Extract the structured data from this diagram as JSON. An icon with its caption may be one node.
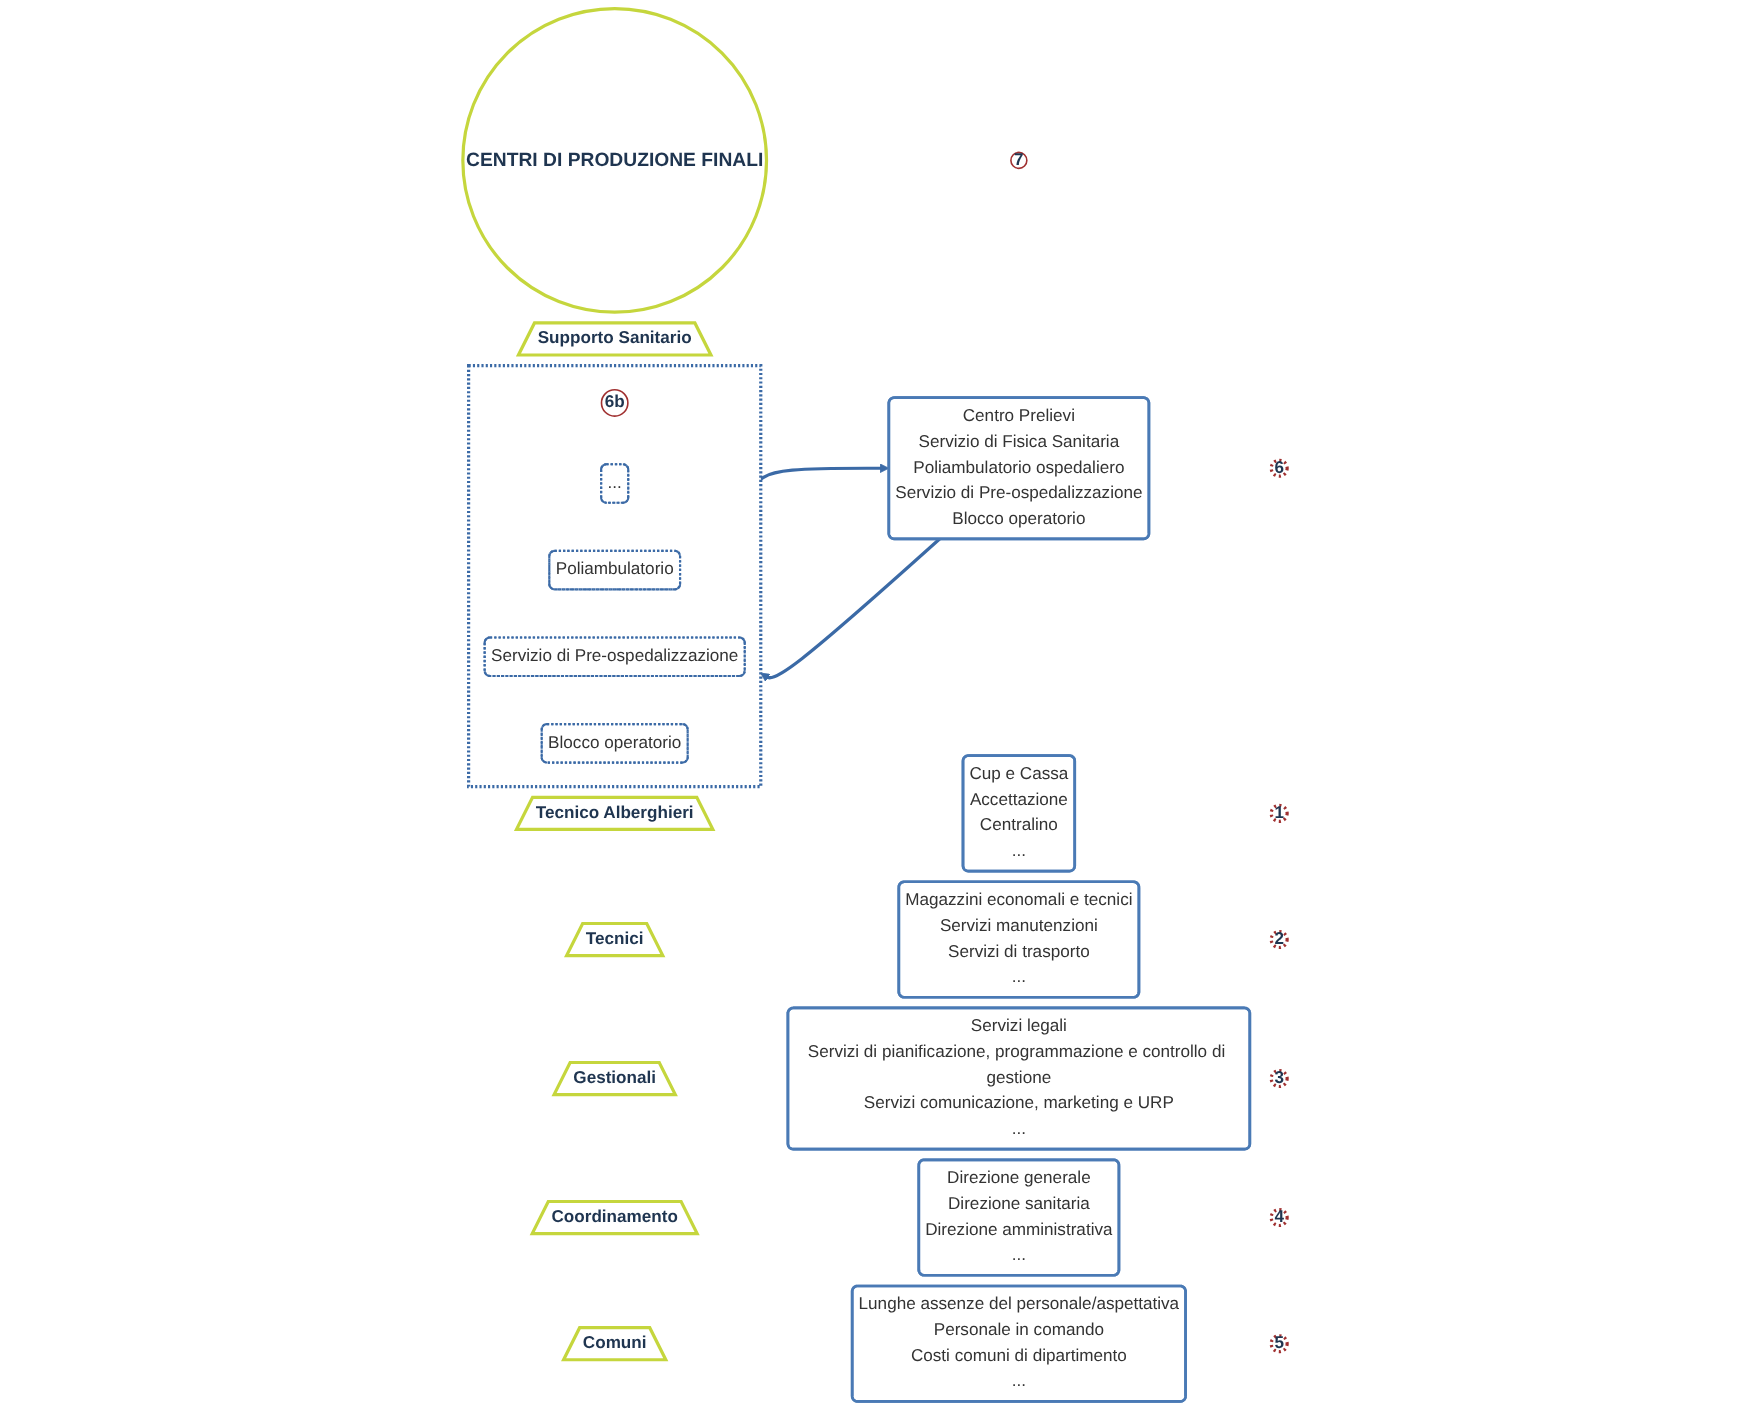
{
  "diagram": {
    "nodes": [
      {
        "text": [
          "Tecnico Alberghieri"
        ]
      },
      {
        "text": [
          "Tecnici"
        ]
      },
      {
        "text": [
          "Gestionali"
        ]
      },
      {
        "text": [
          "Coordinamento"
        ]
      },
      {
        "text": [
          "Comuni"
        ]
      },
      {
        "text": [
          "Supporto Sanitario"
        ]
      },
      {
        "text": [
          "CENTRI DI PRODUZIONE FINALI"
        ]
      },
      {
        "text": [
          "7"
        ]
      },
      {
        "text": [
          "Cup e Cassa",
          "Accettazione",
          "Centralino",
          "..."
        ]
      },
      {
        "text": [
          "1"
        ]
      },
      {
        "text": [
          "Magazzini economali e tecnici",
          "Servizi manutenzioni",
          "Servizi di trasporto",
          "..."
        ]
      },
      {
        "text": [
          "2"
        ]
      },
      {
        "text": [
          "Servizi legali",
          "Servizi di pianificazione, programmazione e controllo di gestione",
          "Servizi comunicazione, marketing e URP",
          "..."
        ]
      },
      {
        "text": [
          "3"
        ]
      },
      {
        "text": [
          "Direzione generale",
          "Direzione sanitaria",
          "Direzione amministrativa",
          "..."
        ]
      },
      {
        "text": [
          "4"
        ]
      },
      {
        "text": [
          "Lunghe assenze del personale/aspettativa",
          "Personale in comando",
          "Costi comuni di dipartimento",
          "..."
        ]
      },
      {
        "text": [
          "5"
        ]
      },
      {
        "text": [
          "Centro Prelievi",
          "Servizio di Fisica Sanitaria",
          "Poliambulatorio ospedaliero",
          "Servizio di Pre-ospedalizzazione",
          "Blocco operatorio"
        ]
      },
      {
        "text": [
          "6"
        ]
      },
      {
        "text": [],
        "shape": "box"
      },
      {
        "text": [
          "6b"
        ],
        "in": 20
      },
      {
        "text": [
          "..."
        ],
        "in": 20
      },
      {
        "text": [
          "Poliambulatorio"
        ],
        "in": 20
      },
      {
        "text": [
          "Servizio di Pre-ospedalizzazione"
        ],
        "in": 20
      },
      {
        "text": [
          "Blocco operatorio"
        ],
        "in": 20
      }
    ],
    "edges": [
      {
        "from": 18,
        "to": 20,
        "arrow": "to"
      },
      {
        "from": 20,
        "to": 18,
        "arrow": "to"
      }
    ]
  }
}
